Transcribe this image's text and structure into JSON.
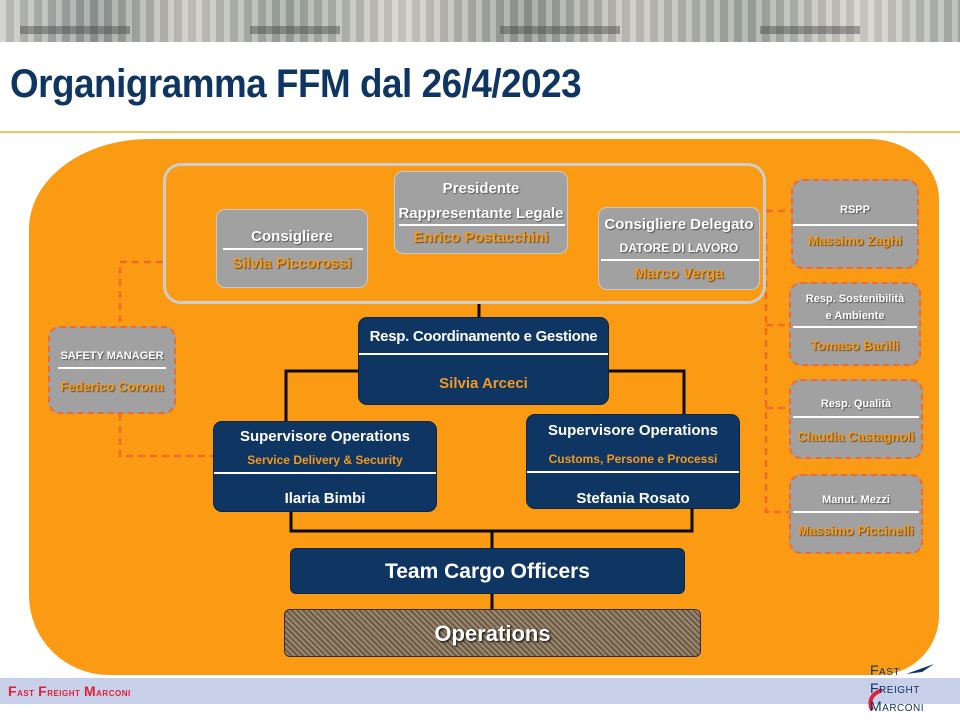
{
  "title": "Organigramma FFM dal 26/4/2023",
  "board": {
    "consigliere": {
      "role": "Consigliere",
      "name": "Silvia Piccorossi"
    },
    "presidente": {
      "role_line1": "Presidente",
      "role_line2": "Rappresentante Legale",
      "name": "Enrico Postacchini"
    },
    "consigliere_delegato": {
      "role": "Consigliere Delegato",
      "subrole": "DATORE DI LAVORO",
      "name": "Marco Verga"
    }
  },
  "safety_manager": {
    "role": "SAFETY MANAGER",
    "name": "Federico Corona"
  },
  "coordinamento": {
    "role": "Resp. Coordinamento e Gestione",
    "name": "Silvia Arceci"
  },
  "supervisor_left": {
    "role": "Supervisore Operations",
    "area": "Service Delivery & Security",
    "name": "Ilaria Bimbi"
  },
  "supervisor_right": {
    "role": "Supervisore Operations",
    "area": "Customs, Persone e Processi",
    "name": "Stefania Rosato"
  },
  "team": {
    "label": "Team Cargo Officers"
  },
  "operations": {
    "label": "Operations"
  },
  "side_roles": [
    {
      "role": "RSPP",
      "name": "Massimo Zaghi"
    },
    {
      "role_line1": "Resp. Sostenibilità",
      "role_line2": "e Ambiente",
      "name": "Tomaso Barilli"
    },
    {
      "role": "Resp. Qualità",
      "name": "Claudia Castagnoli"
    },
    {
      "role": "Manut. Mezzi",
      "name": "Massimo Piccinelli"
    }
  ],
  "footer": {
    "company_f": "F",
    "company_ast": "ast ",
    "company_f2": "F",
    "company_reight": "reight ",
    "company_m": "M",
    "company_arconi": "arconi"
  },
  "logo": {
    "line1": "Fast",
    "line2": "Freight",
    "line3": "Marconi"
  },
  "colors": {
    "navy": "#0f3563",
    "orange": "#fb9a13",
    "gray": "#a1a1a1",
    "dashed": "#f26a2a"
  }
}
